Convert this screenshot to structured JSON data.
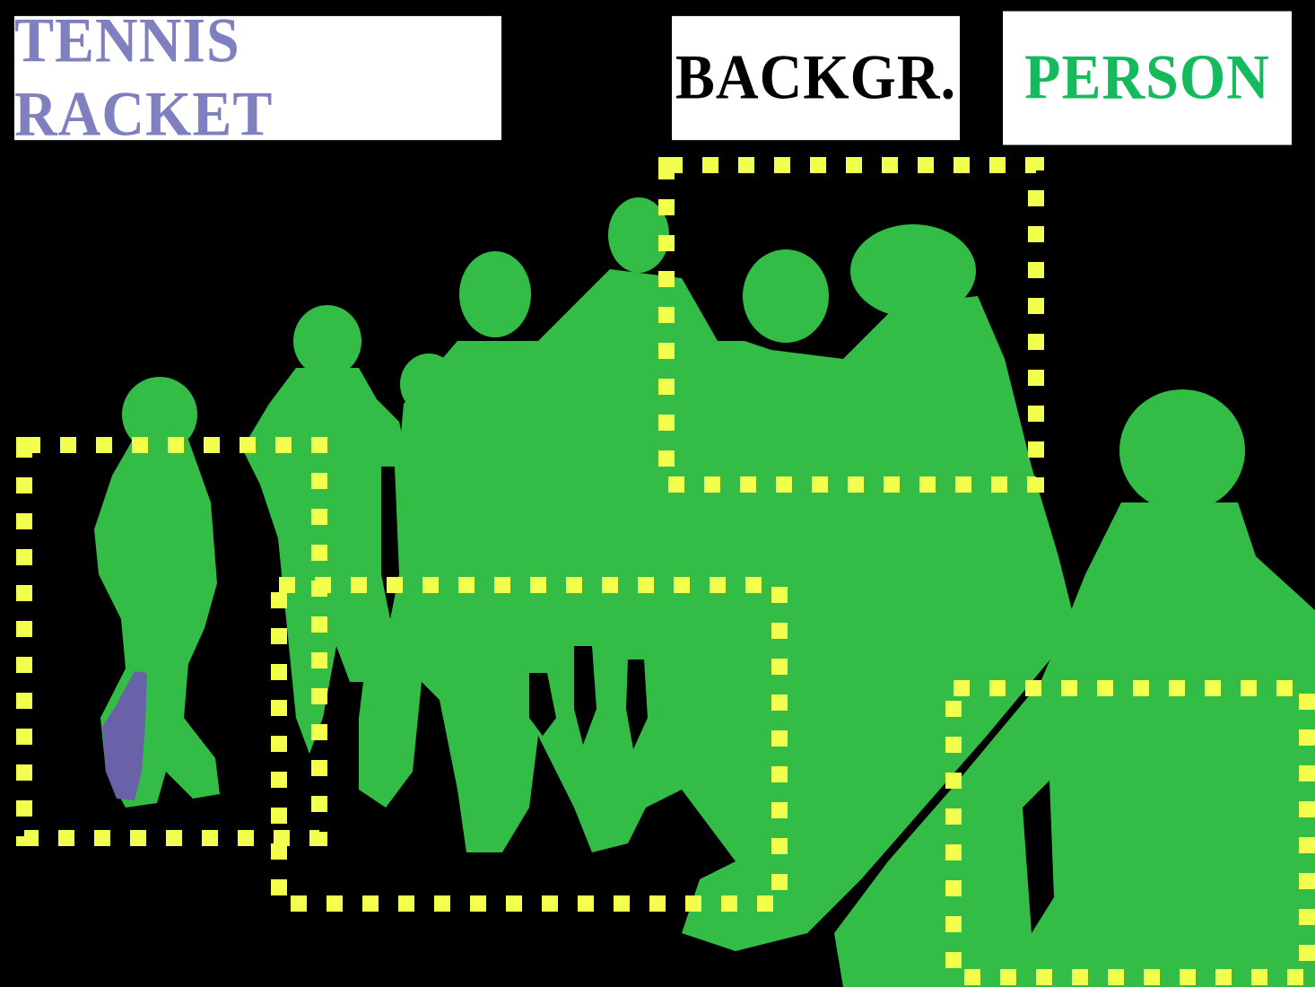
{
  "labels": {
    "tennis_racket": "TENNIS RACKET",
    "background": "BACKGR.",
    "person": "PERSON"
  },
  "colors": {
    "background": "#000000",
    "person_mask": "#33bd46",
    "racket_mask": "#6a62a8",
    "box": "#f3ff4d",
    "racket_text": "#7f80bf",
    "background_text": "#000000",
    "person_text": "#14ba5c",
    "label_bg": "#ffffff"
  },
  "boxes": [
    {
      "class": "tennis-racket"
    },
    {
      "class": "person"
    },
    {
      "class": "person"
    },
    {
      "class": "background"
    },
    {
      "class": "person"
    }
  ]
}
